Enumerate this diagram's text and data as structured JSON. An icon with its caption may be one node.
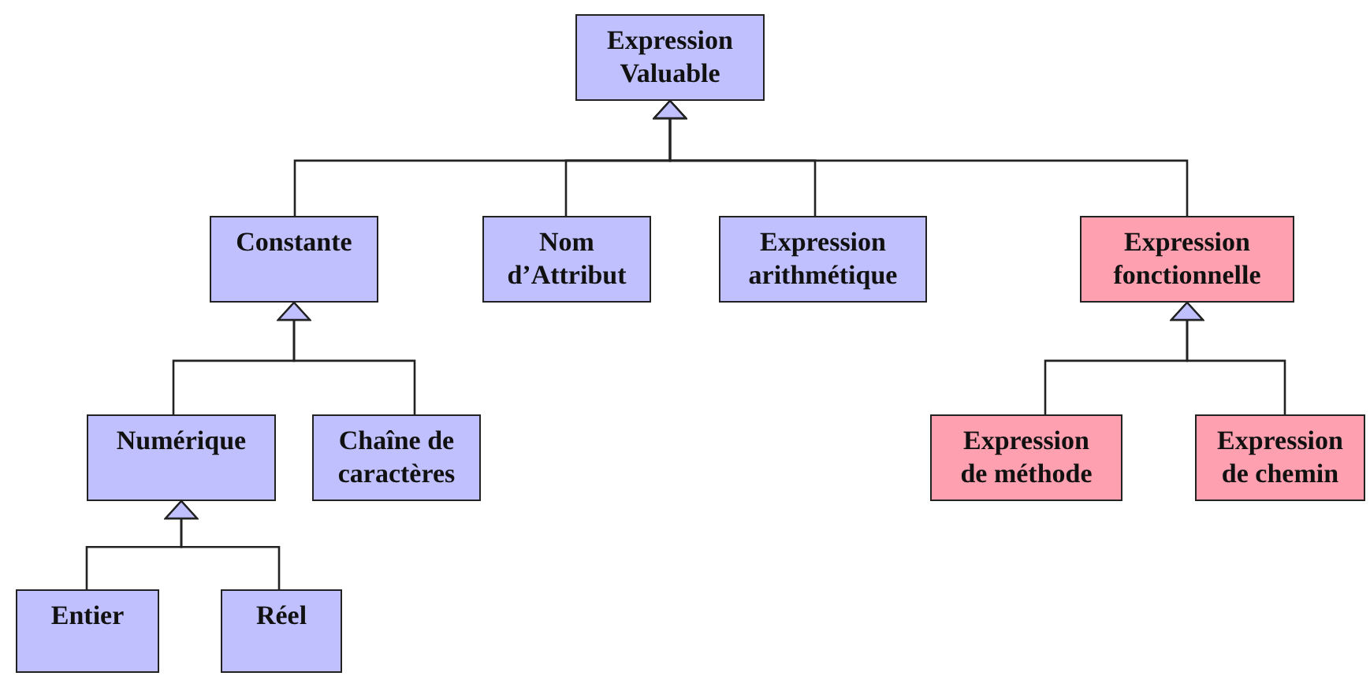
{
  "diagram": {
    "nodes": [
      {
        "text": [
          "Expression Valuable"
        ]
      },
      {
        "text": [
          "Constante"
        ]
      },
      {
        "text": [
          "Nom d’Attribut"
        ]
      },
      {
        "text": [
          "Expression arithmétique"
        ]
      },
      {
        "text": [
          "Expression fonctionnelle"
        ]
      },
      {
        "text": [
          "Numérique"
        ]
      },
      {
        "text": [
          "Chaîne de caractères"
        ]
      },
      {
        "text": [
          "Expression de méthode"
        ]
      },
      {
        "text": [
          "Expression de chemin"
        ]
      },
      {
        "text": [
          "Entier"
        ]
      },
      {
        "text": [
          "Réel"
        ]
      }
    ],
    "edges": [
      {
        "from": 1,
        "to": 0,
        "arrow": "to"
      },
      {
        "from": 2,
        "to": 0,
        "arrow": "to"
      },
      {
        "from": 3,
        "to": 0,
        "arrow": "to"
      },
      {
        "from": 4,
        "to": 0,
        "arrow": "to"
      },
      {
        "from": 5,
        "to": 1,
        "arrow": "to"
      },
      {
        "from": 6,
        "to": 1,
        "arrow": "to"
      },
      {
        "from": 7,
        "to": 4,
        "arrow": "to"
      },
      {
        "from": 8,
        "to": 4,
        "arrow": "to"
      },
      {
        "from": 9,
        "to": 5,
        "arrow": "to"
      },
      {
        "from": 10,
        "to": 5,
        "arrow": "to"
      }
    ]
  }
}
